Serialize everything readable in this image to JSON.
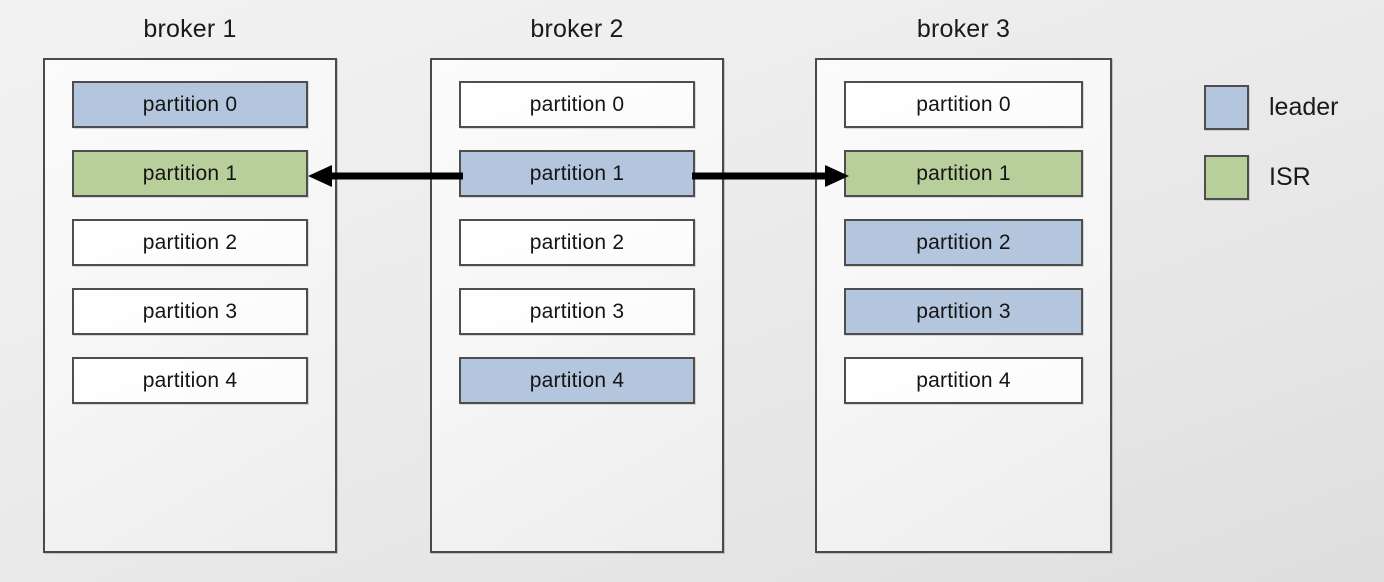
{
  "diagram": {
    "title_visible": false,
    "background_style": "light-gray-gradient",
    "colors": {
      "leader": "#b3c6de",
      "isr": "#b9cf9b",
      "empty": "#ffffff",
      "border": "#4e4e4e",
      "arrow": "#000000",
      "text": "#141414"
    }
  },
  "brokers": [
    {
      "title": "broker 1",
      "partitions": [
        {
          "label": "partition 0",
          "state": "leader"
        },
        {
          "label": "partition 1",
          "state": "isr"
        },
        {
          "label": "partition 2",
          "state": "none"
        },
        {
          "label": "partition 3",
          "state": "none"
        },
        {
          "label": "partition 4",
          "state": "none"
        }
      ]
    },
    {
      "title": "broker 2",
      "partitions": [
        {
          "label": "partition 0",
          "state": "none"
        },
        {
          "label": "partition 1",
          "state": "leader"
        },
        {
          "label": "partition 2",
          "state": "none"
        },
        {
          "label": "partition 3",
          "state": "none"
        },
        {
          "label": "partition 4",
          "state": "leader"
        }
      ]
    },
    {
      "title": "broker 3",
      "partitions": [
        {
          "label": "partition 0",
          "state": "none"
        },
        {
          "label": "partition 1",
          "state": "isr"
        },
        {
          "label": "partition 2",
          "state": "leader"
        },
        {
          "label": "partition 3",
          "state": "leader"
        },
        {
          "label": "partition 4",
          "state": "none"
        }
      ]
    }
  ],
  "arrows": [
    {
      "name": "replication-arrow-left",
      "from": "broker2.partition1",
      "to": "broker1.partition1",
      "direction": "left"
    },
    {
      "name": "replication-arrow-right",
      "from": "broker2.partition1",
      "to": "broker3.partition1",
      "direction": "right"
    }
  ],
  "legend": {
    "items": [
      {
        "label": "leader",
        "swatch": "leader"
      },
      {
        "label": "ISR",
        "swatch": "isr"
      }
    ]
  }
}
